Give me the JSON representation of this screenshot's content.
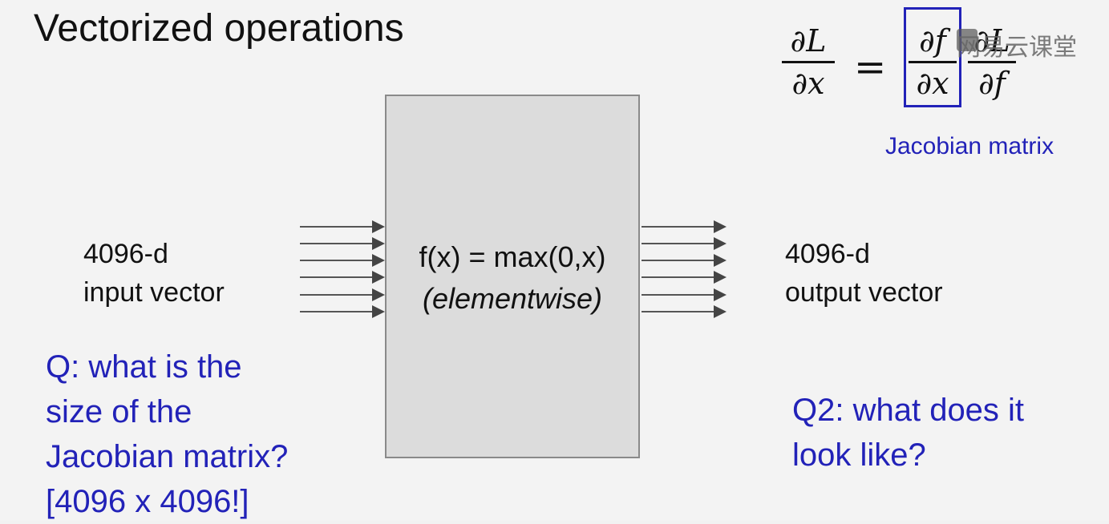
{
  "slide": {
    "title": "Vectorized operations",
    "box": {
      "line1": "f(x) = max(0,x)",
      "line2": "(elementwise)"
    },
    "input": {
      "line1": "4096-d",
      "line2": "input vector"
    },
    "output": {
      "line1": "4096-d",
      "line2": "output vector"
    },
    "question1": [
      "Q: what is the",
      "size of the",
      "Jacobian matrix?",
      "[4096 x 4096!]"
    ],
    "question2": [
      "Q2: what does it",
      "look like?"
    ],
    "equation": {
      "lhs_num": "∂L",
      "lhs_den": "∂x",
      "equals": "=",
      "mid_num": "∂f",
      "mid_den": "∂x",
      "rhs_num": "∂L",
      "rhs_den": "∂f"
    },
    "jacobian_label": "Jacobian matrix",
    "watermark": "网易云课堂",
    "colors": {
      "accent_blue": "#2222b8",
      "box_fill": "#dcdcdc",
      "background": "#f3f3f3"
    }
  }
}
